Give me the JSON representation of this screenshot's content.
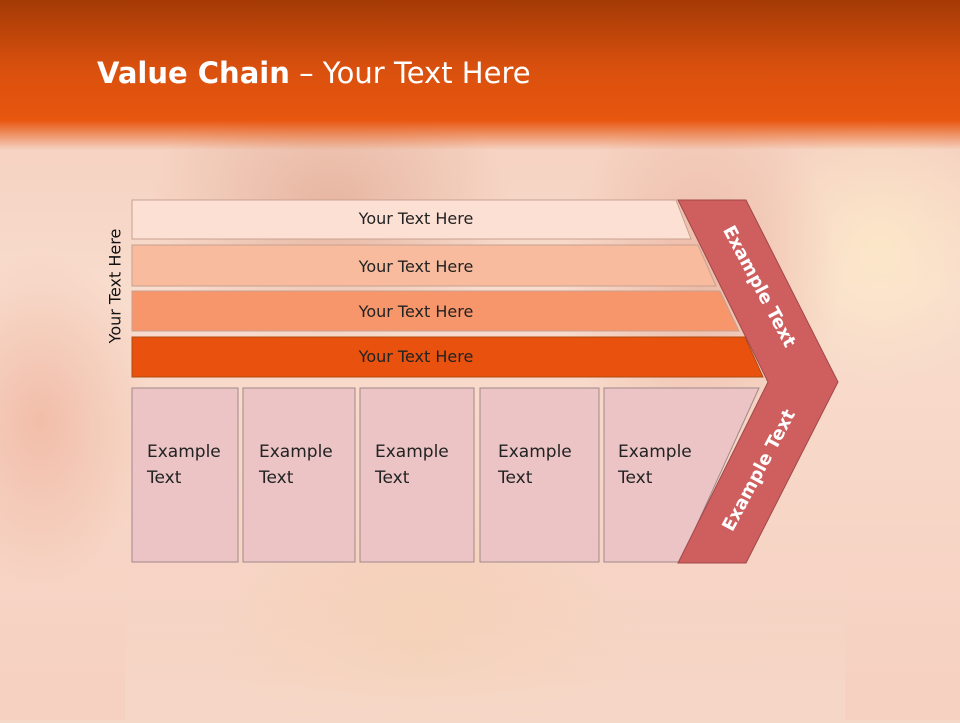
{
  "title": {
    "bold": "Value Chain",
    "rest": " – Your Text Here"
  },
  "side_label": "Your Text Here",
  "bars": [
    {
      "label": "Your Text Here",
      "color": "#fde0d4"
    },
    {
      "label": "Your Text Here",
      "color": "#f9bb9d"
    },
    {
      "label": "Your Text Here",
      "color": "#f7956b"
    },
    {
      "label": "Your Text Here",
      "color": "#e8520e"
    }
  ],
  "boxes": [
    {
      "label": "Example\nText"
    },
    {
      "label": "Example\nText"
    },
    {
      "label": "Example\nText"
    },
    {
      "label": "Example\nText"
    },
    {
      "label": "Example\nText"
    }
  ],
  "chevron": {
    "upper": "Example Text",
    "lower": "Example Text",
    "color": "#cf5e5f"
  },
  "box_color": "#ecc4c5"
}
